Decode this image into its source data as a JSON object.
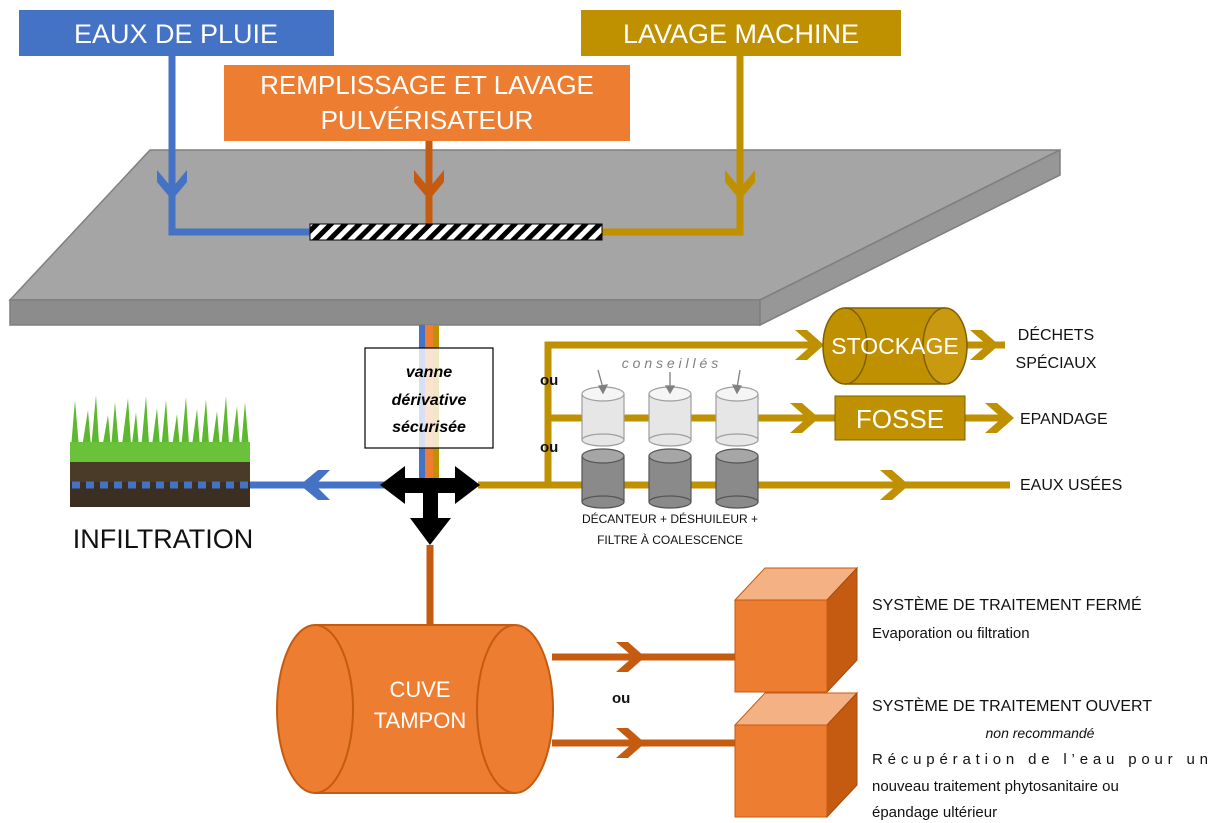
{
  "colors": {
    "rain": "#4472C4",
    "sprayer": "#ED7D31",
    "sprayer_dark": "#C55A11",
    "machine": "#BF9000",
    "platform": "#A5A5A5",
    "black": "#000000"
  },
  "sources": {
    "rain": "EAUX DE PLUIE",
    "sprayer_line1": "REMPLISSAGE ET LAVAGE",
    "sprayer_line2": "PULVÉRISATEUR",
    "machine": "LAVAGE MACHINE"
  },
  "valve": {
    "line1": "vanne",
    "line2": "dérivative",
    "line3": "sécurisée"
  },
  "infiltration": "INFILTRATION",
  "branches": {
    "or_1": "ou",
    "or_2": "ou",
    "advised": "c o n s e i l l é s",
    "storage": "STOCKAGE",
    "special_waste_line1": "DÉCHETS",
    "special_waste_line2": "SPÉCIAUX",
    "pit": "FOSSE",
    "spreading": "EPANDAGE",
    "wastewater": "EAUX USÉES",
    "filters_line1": "DÉCANTEUR + DÉSHUILEUR +",
    "filters_line2": "FILTRE À COALESCENCE"
  },
  "tank": {
    "line1": "CUVE",
    "line2": "TAMPON",
    "or": "ou"
  },
  "closed_system": {
    "title": "SYSTÈME DE TRAITEMENT FERMÉ",
    "desc": "Evaporation ou filtration"
  },
  "open_system": {
    "title": "SYSTÈME DE TRAITEMENT OUVERT",
    "note": "non recommandé",
    "desc_line1": "Récupération  de  l’eau  pour  un",
    "desc_line2": "nouveau traitement phytosanitaire ou",
    "desc_line3": "épandage ultérieur"
  }
}
